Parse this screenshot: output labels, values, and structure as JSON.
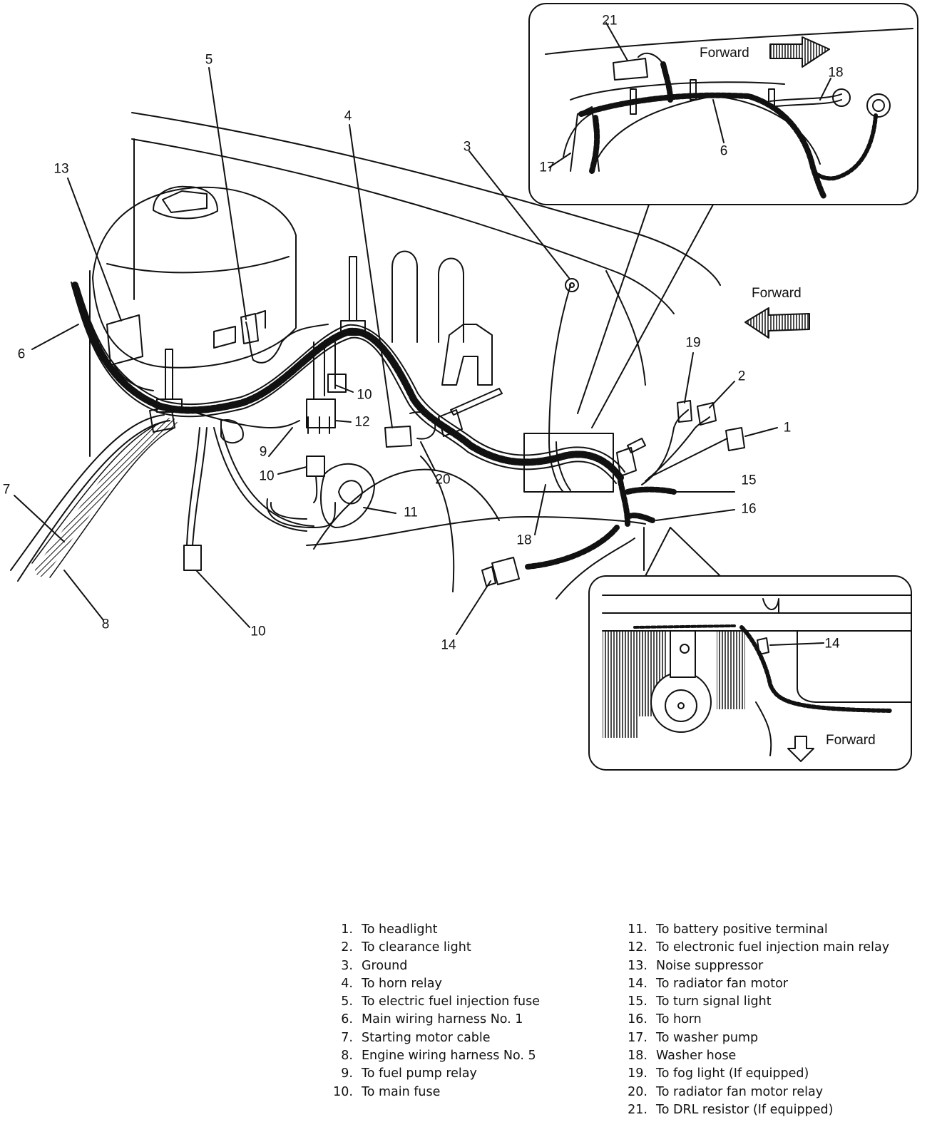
{
  "callouts": [
    "1",
    "2",
    "3",
    "4",
    "5",
    "6",
    "7",
    "8",
    "9",
    "10",
    "11",
    "12",
    "13",
    "14",
    "15",
    "16",
    "17",
    "18",
    "19",
    "20",
    "21"
  ],
  "forward_labels": [
    "Forward",
    "Forward",
    "Forward"
  ],
  "legend": [
    {
      "num": "1.",
      "text": "To headlight"
    },
    {
      "num": "2.",
      "text": "To clearance light"
    },
    {
      "num": "3.",
      "text": "Ground"
    },
    {
      "num": "4.",
      "text": "To horn relay"
    },
    {
      "num": "5.",
      "text": "To electric fuel injection fuse"
    },
    {
      "num": "6.",
      "text": "Main wiring harness No. 1"
    },
    {
      "num": "7.",
      "text": "Starting motor cable"
    },
    {
      "num": "8.",
      "text": "Engine wiring harness No. 5"
    },
    {
      "num": "9.",
      "text": "To fuel pump relay"
    },
    {
      "num": "10.",
      "text": "To main fuse"
    },
    {
      "num": "11.",
      "text": "To battery positive terminal"
    },
    {
      "num": "12.",
      "text": "To electronic fuel injection main relay"
    },
    {
      "num": "13.",
      "text": "Noise suppressor"
    },
    {
      "num": "14.",
      "text": "To radiator fan motor"
    },
    {
      "num": "15.",
      "text": "To turn signal light"
    },
    {
      "num": "16.",
      "text": "To horn"
    },
    {
      "num": "17.",
      "text": "To washer pump"
    },
    {
      "num": "18.",
      "text": "Washer hose"
    },
    {
      "num": "19.",
      "text": "To fog light (If equipped)"
    },
    {
      "num": "20.",
      "text": "To radiator fan motor relay"
    },
    {
      "num": "21.",
      "text": "To DRL resistor (If equipped)"
    }
  ]
}
